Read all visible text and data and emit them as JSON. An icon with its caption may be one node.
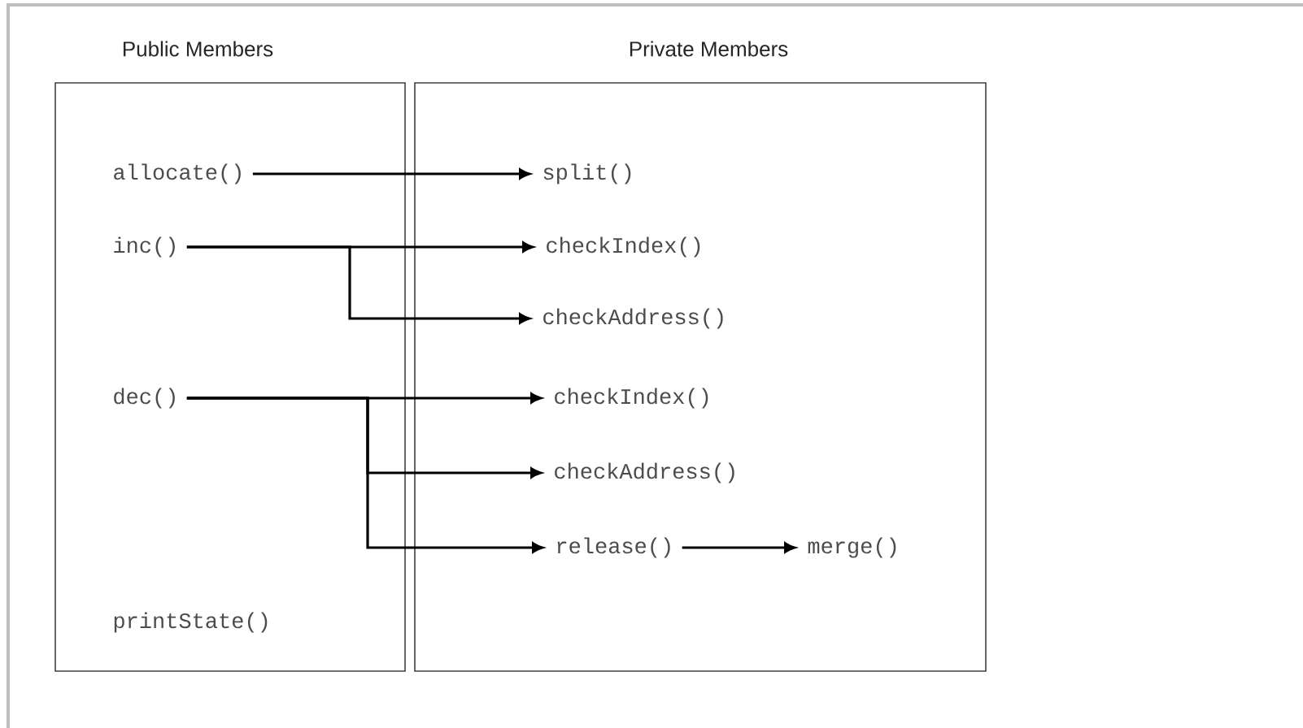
{
  "diagram": {
    "nodes": [
      {
        "text": [
          "Public Members"
        ]
      },
      {
        "text": [
          "Private Members"
        ]
      },
      {
        "text": [
          "allocate()"
        ],
        "in": 0
      },
      {
        "text": [
          "inc()"
        ],
        "in": 0
      },
      {
        "text": [
          "dec()"
        ],
        "in": 0
      },
      {
        "text": [
          "printState()"
        ],
        "in": 0
      },
      {
        "text": [
          "split()"
        ],
        "in": 1
      },
      {
        "text": [
          "checkIndex()"
        ],
        "in": 1
      },
      {
        "text": [
          "checkAddress()"
        ],
        "in": 1
      },
      {
        "text": [
          "checkIndex()"
        ],
        "in": 1
      },
      {
        "text": [
          "checkAddress()"
        ],
        "in": 1
      },
      {
        "text": [
          "release()"
        ],
        "in": 1
      },
      {
        "text": [
          "merge()"
        ],
        "in": 1
      }
    ],
    "edges": [
      {
        "from": 2,
        "to": 6,
        "arrow": "to"
      },
      {
        "from": 3,
        "to": 7,
        "arrow": "to"
      },
      {
        "from": 3,
        "to": 8,
        "arrow": "to"
      },
      {
        "from": 4,
        "to": 9,
        "arrow": "to"
      },
      {
        "from": 4,
        "to": 10,
        "arrow": "to"
      },
      {
        "from": 4,
        "to": 11,
        "arrow": "to"
      },
      {
        "from": 11,
        "to": 12,
        "arrow": "to"
      }
    ]
  }
}
